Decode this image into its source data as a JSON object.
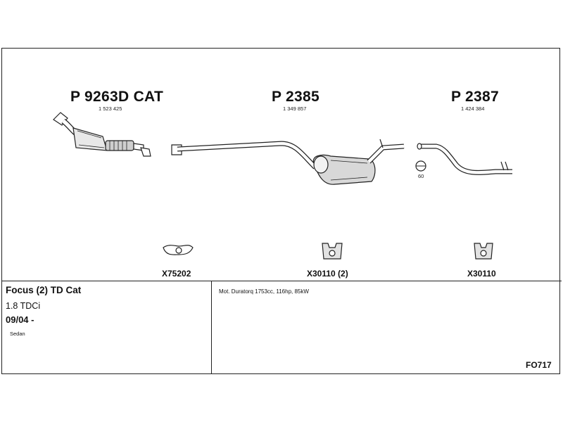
{
  "parts": [
    {
      "code": "P 9263D CAT",
      "oe_number": "1 523 425"
    },
    {
      "code": "P 2385",
      "oe_number": "1 349 857"
    },
    {
      "code": "P 2387",
      "oe_number": "1 424 384"
    }
  ],
  "clamp_size": "60",
  "accessories": [
    {
      "code": "X75202",
      "icon": "gasket-icon"
    },
    {
      "code": "X30110 (2)",
      "icon": "rubber-hanger-icon"
    },
    {
      "code": "X30110",
      "icon": "rubber-hanger-icon"
    }
  ],
  "vehicle": {
    "model": "Focus (2) TD Cat",
    "engine": "1.8 TDCi",
    "years": "09/04 -",
    "body": "Sedan",
    "motor_spec": "Mot. Duratorq 1753cc, 116hp, 85kW"
  },
  "reference": "FO717"
}
